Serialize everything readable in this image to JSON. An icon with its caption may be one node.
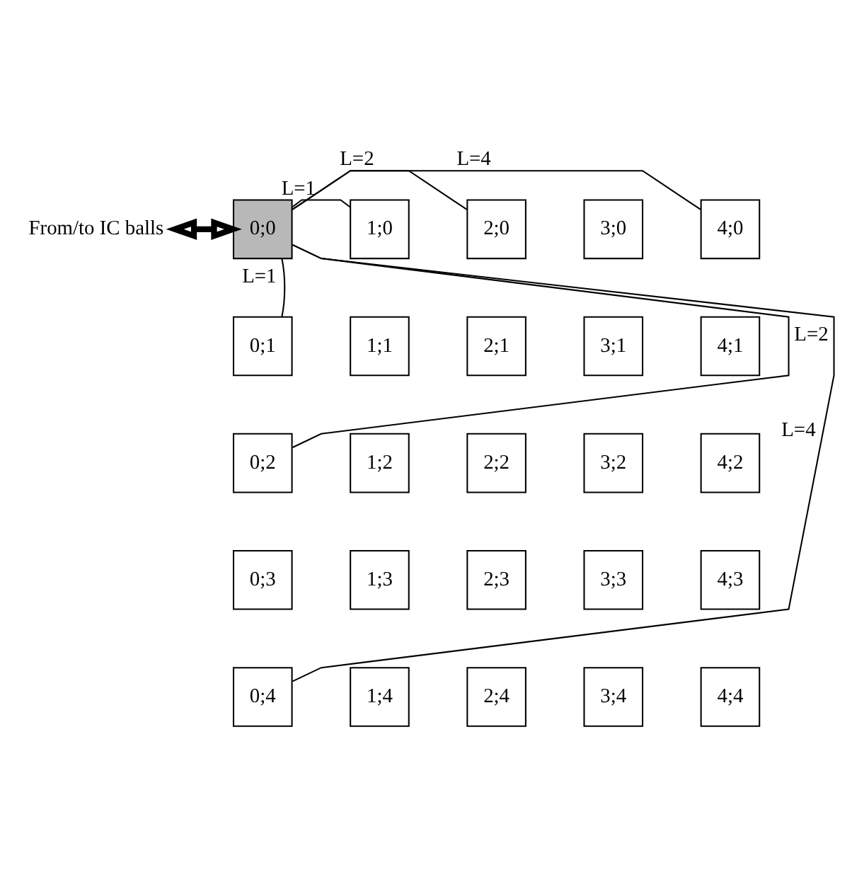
{
  "diagram": {
    "nodes": [
      {
        "text": [
          "From/to IC balls"
        ]
      },
      {
        "text": [
          "0;0"
        ]
      },
      {
        "text": [
          "1;0"
        ]
      },
      {
        "text": [
          "2;0"
        ]
      },
      {
        "text": [
          "3;0"
        ]
      },
      {
        "text": [
          "4;0"
        ]
      },
      {
        "text": [
          "0;1"
        ]
      },
      {
        "text": [
          "1;1"
        ]
      },
      {
        "text": [
          "2;1"
        ]
      },
      {
        "text": [
          "3;1"
        ]
      },
      {
        "text": [
          "4;1"
        ]
      },
      {
        "text": [
          "0;2"
        ]
      },
      {
        "text": [
          "1;2"
        ]
      },
      {
        "text": [
          "2;2"
        ]
      },
      {
        "text": [
          "3;2"
        ]
      },
      {
        "text": [
          "4;2"
        ]
      },
      {
        "text": [
          "0;3"
        ]
      },
      {
        "text": [
          "1;3"
        ]
      },
      {
        "text": [
          "2;3"
        ]
      },
      {
        "text": [
          "3;3"
        ]
      },
      {
        "text": [
          "4;3"
        ]
      },
      {
        "text": [
          "0;4"
        ]
      },
      {
        "text": [
          "1;4"
        ]
      },
      {
        "text": [
          "2;4"
        ]
      },
      {
        "text": [
          "3;4"
        ]
      },
      {
        "text": [
          "4;4"
        ]
      }
    ],
    "edges": [
      {
        "from": 0,
        "to": 1,
        "arrow": "both",
        "style": "thick"
      },
      {
        "from": 1,
        "to": 2,
        "arrow": "none",
        "label": "L=1"
      },
      {
        "from": 1,
        "to": 3,
        "arrow": "none",
        "label": "L=2"
      },
      {
        "from": 1,
        "to": 5,
        "arrow": "none",
        "label": "L=4"
      },
      {
        "from": 1,
        "to": 6,
        "arrow": "none",
        "label": "L=1"
      },
      {
        "from": 1,
        "to": 11,
        "arrow": "none",
        "label": "L=2"
      },
      {
        "from": 1,
        "to": 21,
        "arrow": "none",
        "label": "L=4"
      }
    ]
  }
}
